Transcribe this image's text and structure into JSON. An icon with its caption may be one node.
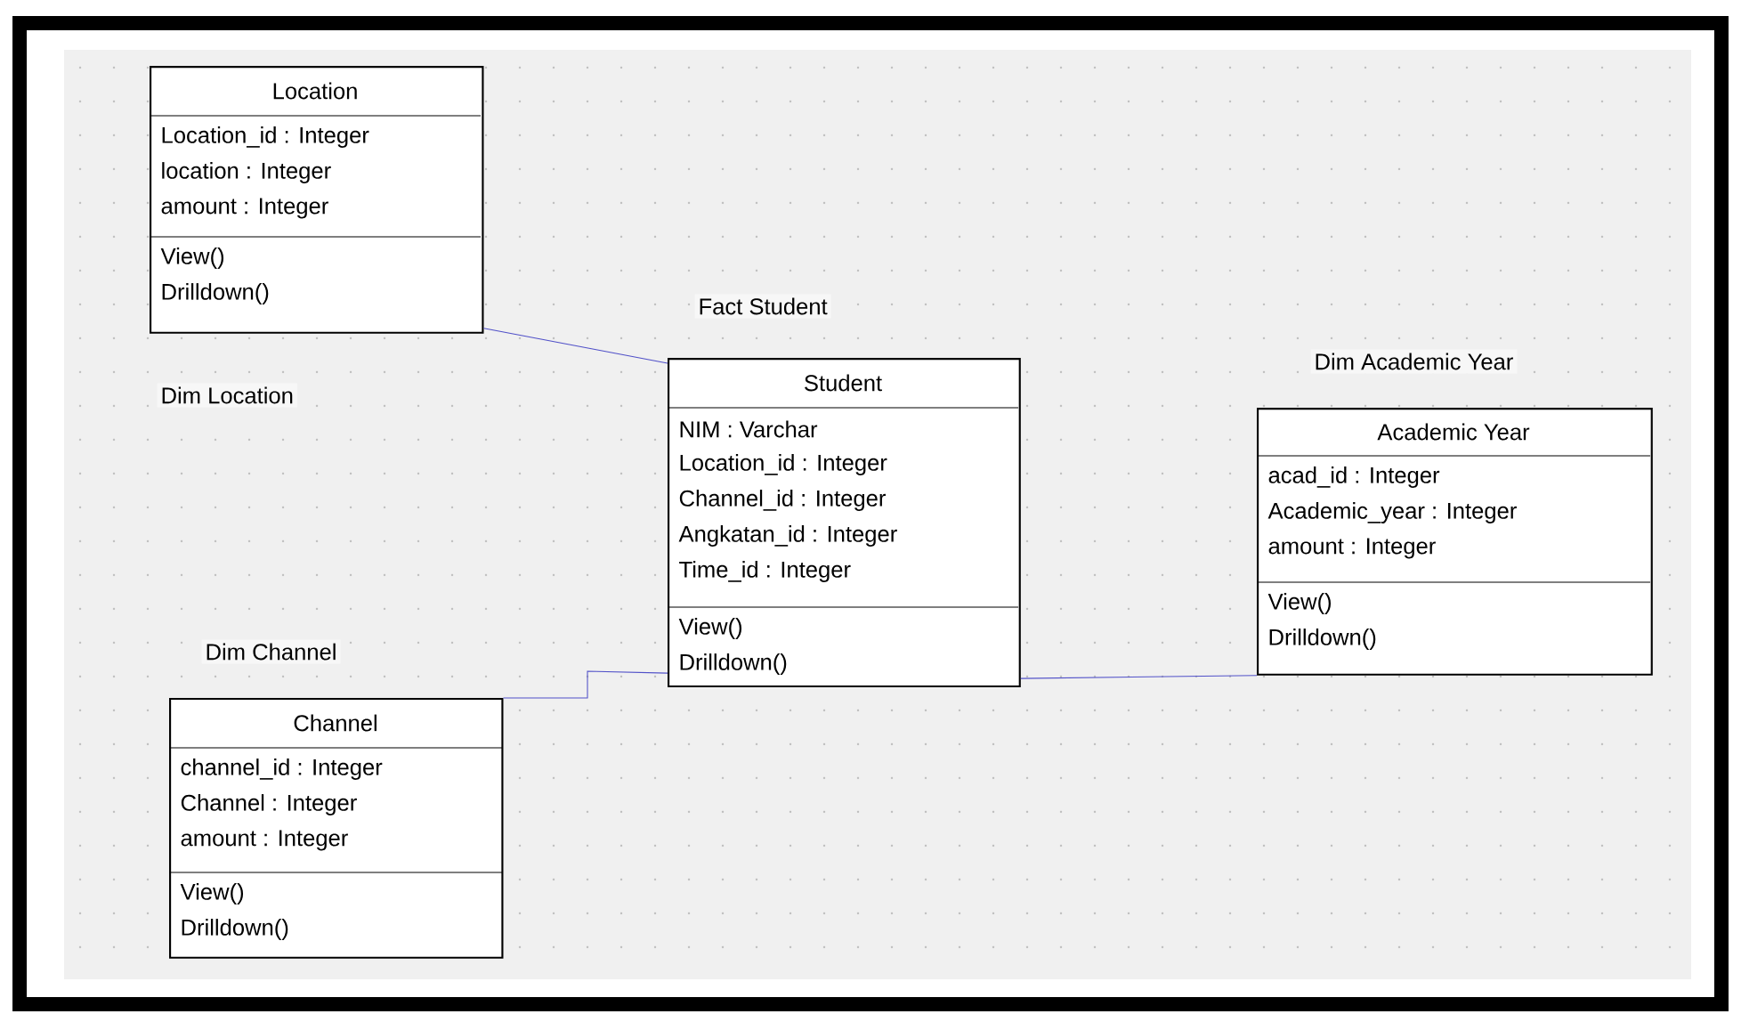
{
  "diagram": {
    "nodes": [
      {
        "text": [
          "Location",
          "Location_id : Integer",
          "location : Integer",
          "amount : Integer",
          "View()",
          "Drilldown()"
        ],
        "beside": [
          "Dim Location"
        ]
      },
      {
        "text": [
          "Student",
          "NIM : Varchar",
          "Location_id : Integer",
          "Channel_id : Integer",
          "Angkatan_id : Integer",
          "Time_id : Integer",
          "View()",
          "Drilldown()"
        ],
        "beside": [
          "Fact Student"
        ]
      },
      {
        "text": [
          "Academic Year",
          "acad_id : Integer",
          "Academic_year : Integer",
          "amount : Integer",
          "View()",
          "Drilldown()"
        ],
        "beside": [
          "Dim Academic Year"
        ]
      },
      {
        "text": [
          "Channel",
          "channel_id : Integer",
          "Channel : Integer",
          "amount : Integer",
          "View()",
          "Drilldown()"
        ],
        "beside": [
          "Dim Channel"
        ]
      }
    ],
    "edges": [
      {
        "from": 0,
        "to": 1,
        "arrow": "none"
      },
      {
        "from": 3,
        "to": 1,
        "arrow": "none"
      },
      {
        "from": 1,
        "to": 2,
        "arrow": "none"
      }
    ]
  }
}
